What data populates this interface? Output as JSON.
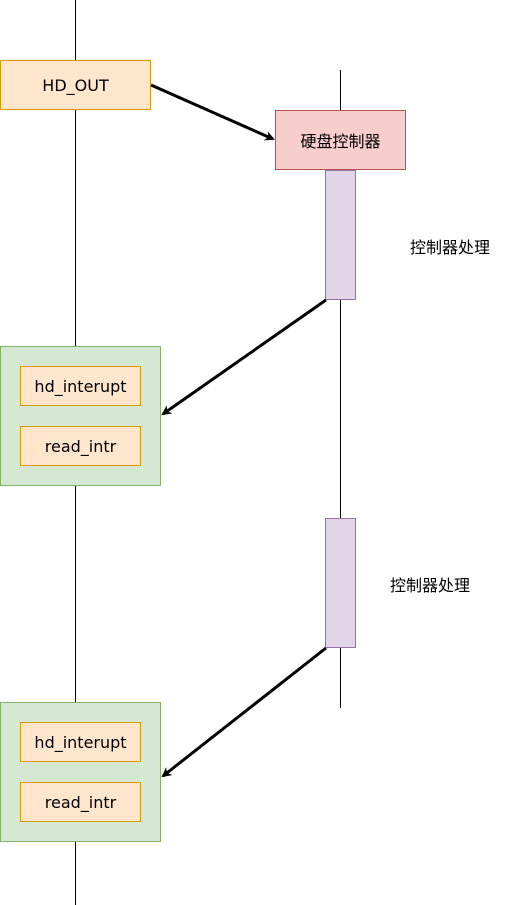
{
  "nodes": {
    "hd_out": "HD_OUT",
    "controller": "硬盘控制器",
    "group1": {
      "item1": "hd_interupt",
      "item2": "read_intr"
    },
    "group2": {
      "item1": "hd_interupt",
      "item2": "read_intr"
    }
  },
  "annotations": {
    "processing_1": "控制器处理",
    "processing_2": "控制器处理"
  },
  "colors": {
    "orange_fill": "#ffe6cc",
    "orange_stroke": "#d79b00",
    "red_fill": "#f8cecc",
    "red_stroke": "#b85450",
    "green_fill": "#d5e8d4",
    "green_stroke": "#82b366",
    "purple_fill": "#e1d5e7",
    "purple_stroke": "#9673a6"
  }
}
